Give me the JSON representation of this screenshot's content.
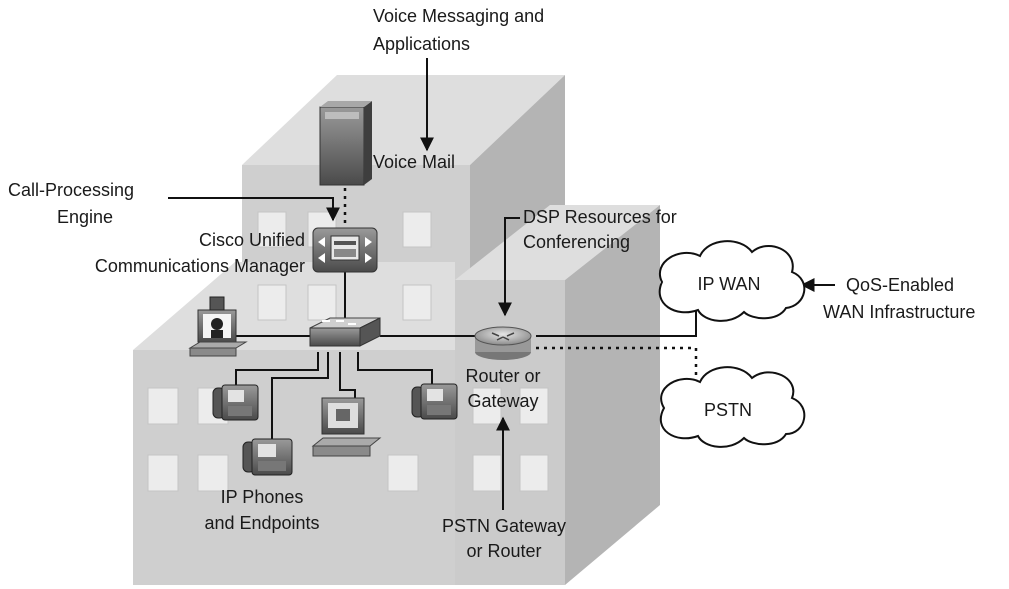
{
  "labels": {
    "voice_messaging_1": "Voice Messaging and",
    "voice_messaging_2": "Applications",
    "voice_mail": "Voice Mail",
    "call_processing_1": "Call-Processing",
    "call_processing_2": "Engine",
    "cucm_1": "Cisco Unified",
    "cucm_2": "Communications Manager",
    "dsp_1": "DSP Resources for",
    "dsp_2": "Conferencing",
    "ip_wan": "IP WAN",
    "qos_1": "QoS-Enabled",
    "qos_2": "WAN Infrastructure",
    "pstn": "PSTN",
    "router_1": "Router or",
    "router_2": "Gateway",
    "ip_phones_1": "IP Phones",
    "ip_phones_2": "and Endpoints",
    "pstn_gateway_1": "PSTN Gateway",
    "pstn_gateway_2": "or Router"
  },
  "icons": [
    "voice-mail-server-icon",
    "call-manager-icon",
    "switch-icon",
    "router-icon",
    "ip-phone-icon",
    "pc-workstation-icon",
    "cloud-icon"
  ],
  "colors": {
    "building_front": "#cfcfcf",
    "building_side": "#b6b6b6",
    "building_top": "#dedede",
    "window": "#eeeeee",
    "device_dark": "#5f5f5f",
    "line": "#111111"
  }
}
